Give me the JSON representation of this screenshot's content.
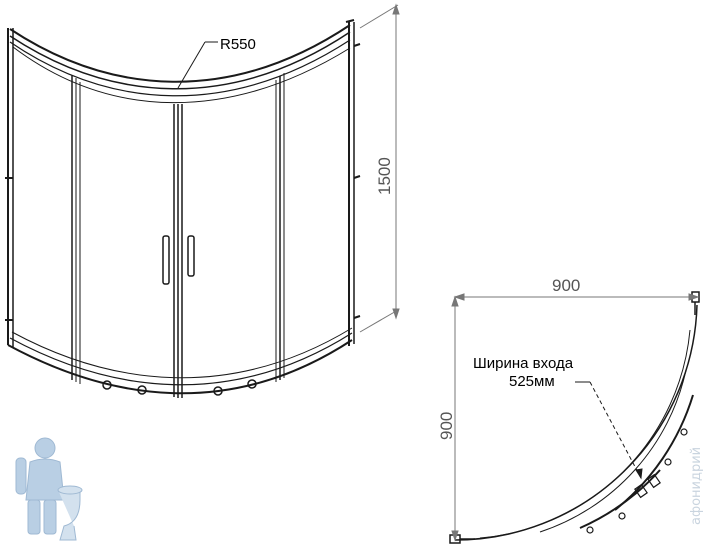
{
  "elevation": {
    "radius_label": "R550",
    "height_label": "1500"
  },
  "plan": {
    "width_label": "900",
    "depth_label": "900",
    "entry_caption_line1": "Ширина входа",
    "entry_caption_line2": "525мм"
  },
  "watermark": {
    "text": "афонидрий"
  },
  "colors": {
    "line": "#1a1a1a",
    "dimension": "#777777",
    "logo_blue": "#b9cfe4"
  },
  "icons": {
    "logo": "plumber-mascot-logo"
  }
}
